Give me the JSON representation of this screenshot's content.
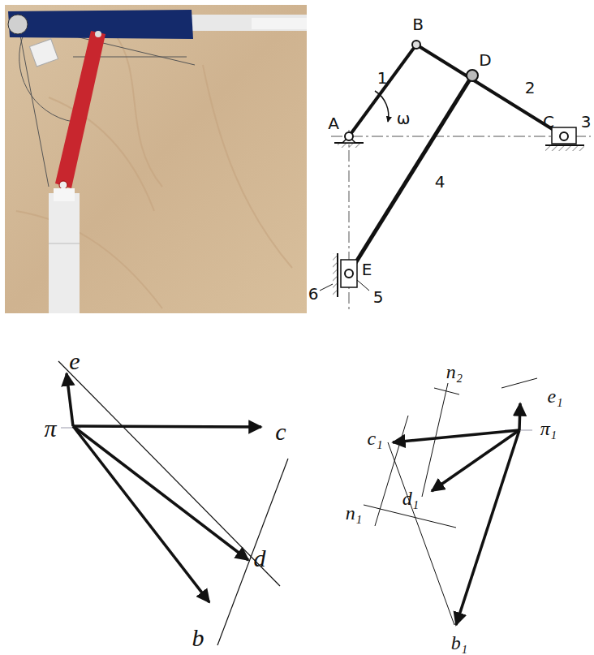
{
  "diagram": {
    "labels": [
      "B",
      "1",
      "D",
      "2",
      "C",
      "3",
      "A",
      "ω",
      "4",
      "E",
      "6",
      "5",
      "e",
      "π",
      "c",
      "d",
      "b",
      "n₂",
      "e₁",
      "c₁",
      "π₁",
      "n₁",
      "d₁",
      "b₁"
    ]
  }
}
